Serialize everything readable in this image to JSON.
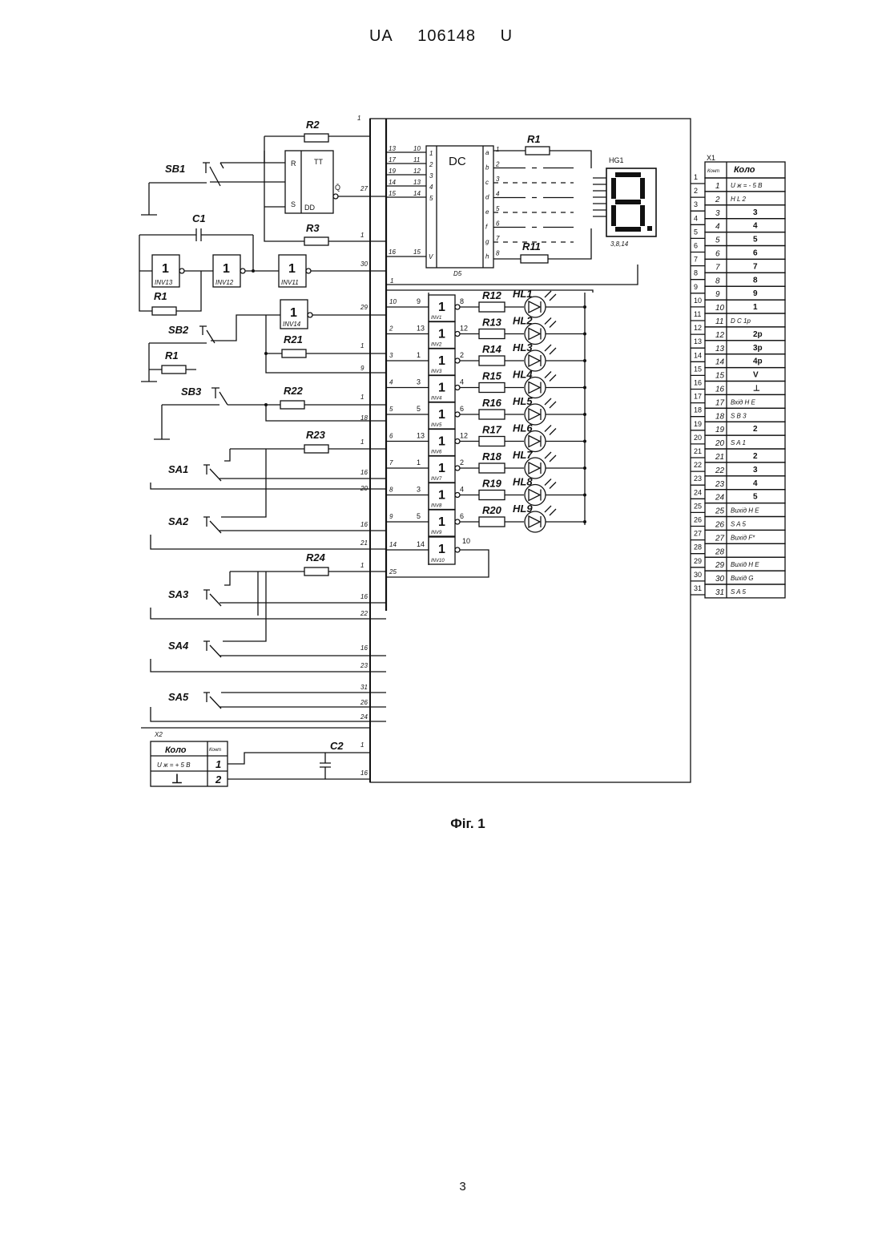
{
  "header": {
    "office": "UA",
    "number": "106148",
    "kind": "U"
  },
  "caption": "Фiг. 1",
  "page_number": "3",
  "components": {
    "R2": "R2",
    "R3": "R3",
    "R1a": "R1",
    "C1": "C1",
    "R1b": "R1",
    "SB1": "SB1",
    "SB2": "SB2",
    "SB3": "SB3",
    "R21": "R21",
    "R22": "R22",
    "R23": "R23",
    "R24": "R24",
    "SA1": "SA1",
    "SA2": "SA2",
    "SA3": "SA3",
    "SA4": "SA4",
    "SA5": "SA5",
    "C2": "C2",
    "X2": "X2",
    "X1": "X1",
    "HG1": "HG1",
    "R1c": "R1",
    "R11": "R11",
    "TT": "TT",
    "DD": "DD",
    "DC": "DC",
    "D5": "D5",
    "HG1_pins": "3,8,14",
    "Q": "Q̄",
    "R": "R",
    "S": "S",
    "one": "1",
    "INV11": "INV11",
    "INV12": "INV12",
    "INV13": "INV13",
    "INV14": "INV14"
  },
  "inv_chain": [
    {
      "r": "R12",
      "hl": "HL1",
      "inv": "INV1",
      "left": "10",
      "in": "9",
      "out": "8"
    },
    {
      "r": "R13",
      "hl": "HL2",
      "inv": "INV2",
      "left": "2",
      "in": "13",
      "out": "12"
    },
    {
      "r": "R14",
      "hl": "HL3",
      "inv": "INV3",
      "left": "3",
      "in": "1",
      "out": "2"
    },
    {
      "r": "R15",
      "hl": "HL4",
      "inv": "INV4",
      "left": "4",
      "in": "3",
      "out": "4"
    },
    {
      "r": "R16",
      "hl": "HL5",
      "inv": "INV5",
      "left": "5",
      "in": "5",
      "out": "6"
    },
    {
      "r": "R17",
      "hl": "HL6",
      "inv": "INV6",
      "left": "6",
      "in": "13",
      "out": "12"
    },
    {
      "r": "R18",
      "hl": "HL7",
      "inv": "INV7",
      "left": "7",
      "in": "1",
      "out": "2"
    },
    {
      "r": "R19",
      "hl": "HL8",
      "inv": "INV8",
      "left": "8",
      "in": "3",
      "out": "4"
    },
    {
      "r": "R20",
      "hl": "HL9",
      "inv": "INV9",
      "left": "9",
      "in": "5",
      "out": "6"
    }
  ],
  "inv10": {
    "inv": "INV10",
    "left": "14",
    "in": "14",
    "out": "10",
    "bottom": "25"
  },
  "dc_inputs": [
    {
      "left": "13",
      "mid": "10",
      "pin": "1"
    },
    {
      "left": "17",
      "mid": "11",
      "pin": "2"
    },
    {
      "left": "19",
      "mid": "12",
      "pin": "3"
    },
    {
      "left": "14",
      "mid": "13",
      "pin": "4"
    },
    {
      "left": "15",
      "mid": "14",
      "pin": "5"
    }
  ],
  "dc_v": {
    "left": "16",
    "mid": "15",
    "pin": "V"
  },
  "dc_outputs": [
    {
      "letter": "a",
      "num": "1"
    },
    {
      "letter": "b",
      "num": "2"
    },
    {
      "letter": "c",
      "num": "3"
    },
    {
      "letter": "d",
      "num": "4"
    },
    {
      "letter": "e",
      "num": "5"
    },
    {
      "letter": "f",
      "num": "6"
    },
    {
      "letter": "g",
      "num": "7"
    },
    {
      "letter": "h",
      "num": "8"
    }
  ],
  "bus_labels": [
    {
      "id": "b1",
      "text": "1"
    },
    {
      "id": "b27",
      "text": "27"
    },
    {
      "id": "b1b",
      "text": "1"
    },
    {
      "id": "b30",
      "text": "30"
    },
    {
      "id": "b29",
      "text": "29"
    },
    {
      "id": "b1c",
      "text": "1"
    },
    {
      "id": "b9",
      "text": "9"
    },
    {
      "id": "b1d",
      "text": "1"
    },
    {
      "id": "b18",
      "text": "18"
    },
    {
      "id": "b1e",
      "text": "1"
    },
    {
      "id": "b16a",
      "text": "16"
    },
    {
      "id": "b20",
      "text": "20"
    },
    {
      "id": "b16b",
      "text": "16"
    },
    {
      "id": "b21",
      "text": "21"
    },
    {
      "id": "b1f",
      "text": "1"
    },
    {
      "id": "b16c",
      "text": "16"
    },
    {
      "id": "b22",
      "text": "22"
    },
    {
      "id": "b16d",
      "text": "16"
    },
    {
      "id": "b23",
      "text": "23"
    },
    {
      "id": "b31",
      "text": "31"
    },
    {
      "id": "b26",
      "text": "26"
    },
    {
      "id": "b24",
      "text": "24"
    },
    {
      "id": "b1g",
      "text": "1"
    },
    {
      "id": "b16e",
      "text": "16"
    },
    {
      "id": "bd1",
      "text": "1"
    }
  ],
  "x2_table": {
    "headers": [
      "Коло",
      "Конт"
    ],
    "rows": [
      {
        "circuit": "U ж = + 5 В",
        "contact": "1"
      },
      {
        "circuit": "⊥",
        "contact": "2"
      }
    ]
  },
  "x1_table": {
    "headers": [
      "Конт",
      "Коло"
    ],
    "outer": [
      "1",
      "2",
      "3",
      "4",
      "5",
      "6",
      "7",
      "8",
      "9",
      "10",
      "11",
      "12",
      "13",
      "14",
      "15",
      "16",
      "17",
      "18",
      "19",
      "20",
      "21",
      "22",
      "23",
      "24",
      "25",
      "26",
      "27",
      "28",
      "29",
      "30",
      "31"
    ],
    "rows": [
      {
        "n": "1",
        "c": "U ж = - 5 В"
      },
      {
        "n": "2",
        "c": "H L  2"
      },
      {
        "n": "3",
        "c": "3"
      },
      {
        "n": "4",
        "c": "4"
      },
      {
        "n": "5",
        "c": "5"
      },
      {
        "n": "6",
        "c": "6"
      },
      {
        "n": "7",
        "c": "7"
      },
      {
        "n": "8",
        "c": "8"
      },
      {
        "n": "9",
        "c": "9"
      },
      {
        "n": "10",
        "c": "1"
      },
      {
        "n": "11",
        "c": "D C   1p"
      },
      {
        "n": "12",
        "c": "2p"
      },
      {
        "n": "13",
        "c": "3p"
      },
      {
        "n": "14",
        "c": "4p"
      },
      {
        "n": "15",
        "c": "V"
      },
      {
        "n": "16",
        "c": "⊥"
      },
      {
        "n": "17",
        "c": "Вхід H E"
      },
      {
        "n": "18",
        "c": "S B  3"
      },
      {
        "n": "19",
        "c": "2"
      },
      {
        "n": "20",
        "c": "S A   1"
      },
      {
        "n": "21",
        "c": "2"
      },
      {
        "n": "22",
        "c": "3"
      },
      {
        "n": "23",
        "c": "4"
      },
      {
        "n": "24",
        "c": "5"
      },
      {
        "n": "25",
        "c": "Вихід H E"
      },
      {
        "n": "26",
        "c": "S A 5"
      },
      {
        "n": "27",
        "c": "Вихід F*"
      },
      {
        "n": "28",
        "c": ""
      },
      {
        "n": "29",
        "c": "Вихід H E"
      },
      {
        "n": "30",
        "c": "Вихід G"
      },
      {
        "n": "31",
        "c": "S A 5"
      }
    ]
  }
}
